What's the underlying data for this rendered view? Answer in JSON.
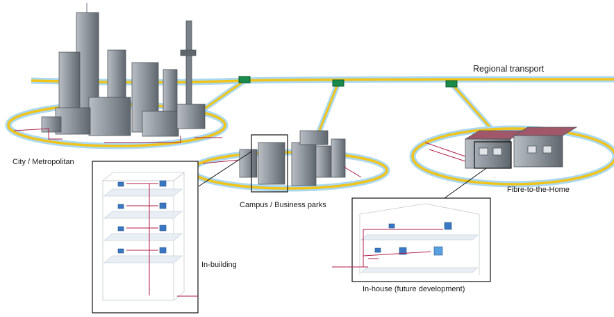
{
  "labels": {
    "regional_transport": "Regional transport",
    "city": "City / Metropolitan",
    "campus": "Campus / Business parks",
    "ftth": "Fibre-to-the-Home",
    "in_building": "In-building",
    "in_house": "In-house (future development)"
  },
  "colors": {
    "fibre_ring": "#f2c318",
    "fibre_glow": "#a9d8f0",
    "copper_link": "#b01e46",
    "node": "#1a8a4a",
    "building": "#8c939b",
    "roof": "#a0576a"
  },
  "icons": [
    "city-skyline-icon",
    "campus-buildings-icon",
    "house-icon",
    "network-node-icon",
    "computer-icon",
    "printer-icon",
    "server-icon"
  ]
}
